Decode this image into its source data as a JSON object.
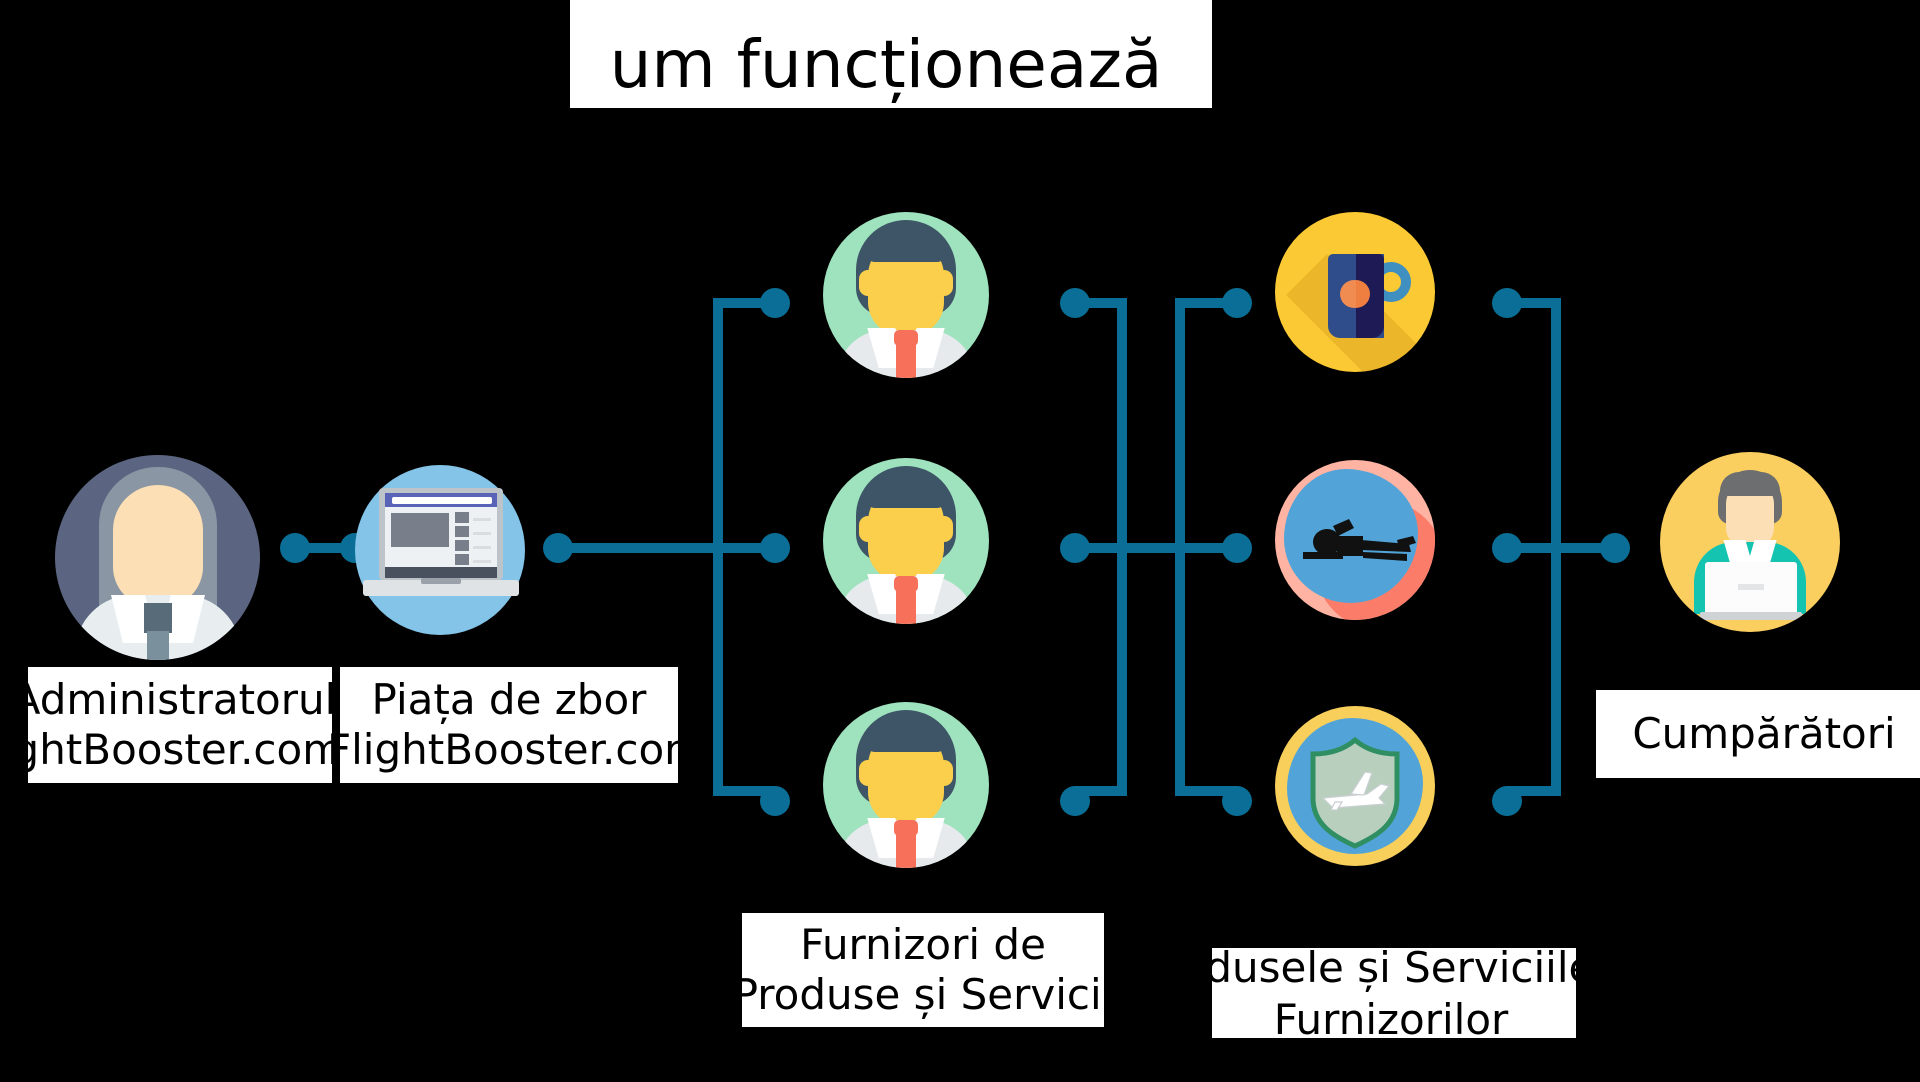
{
  "title": {
    "text": "um funcționează",
    "full_text": "Cum funcționează"
  },
  "theme": {
    "background": "#000000",
    "connector_color": "#0a6e96",
    "label_background": "#ffffff",
    "label_text": "#000000"
  },
  "stages": {
    "admin": {
      "icon": "admin-avatar-icon",
      "label_line1": "Administratorul",
      "label_line2": "ightBooster.com"
    },
    "marketplace": {
      "icon": "laptop-browser-icon",
      "label_line1": "Piața de zbor",
      "label_line2": "FlightBooster.com"
    },
    "suppliers": {
      "icon": "supplier-avatar-icon",
      "count": 3,
      "label_line1": "Furnizori de",
      "label_line2": "Produse și Servicii"
    },
    "products": {
      "icons": [
        "coffee-mug-icon",
        "swimmer-icon",
        "flight-shield-icon"
      ],
      "count": 3,
      "label_line1": "odusele și Serviciile",
      "label_line2": "Furnizorilor"
    },
    "buyers": {
      "icon": "buyer-laptop-avatar-icon",
      "label_line1": "Cumpărători"
    }
  }
}
